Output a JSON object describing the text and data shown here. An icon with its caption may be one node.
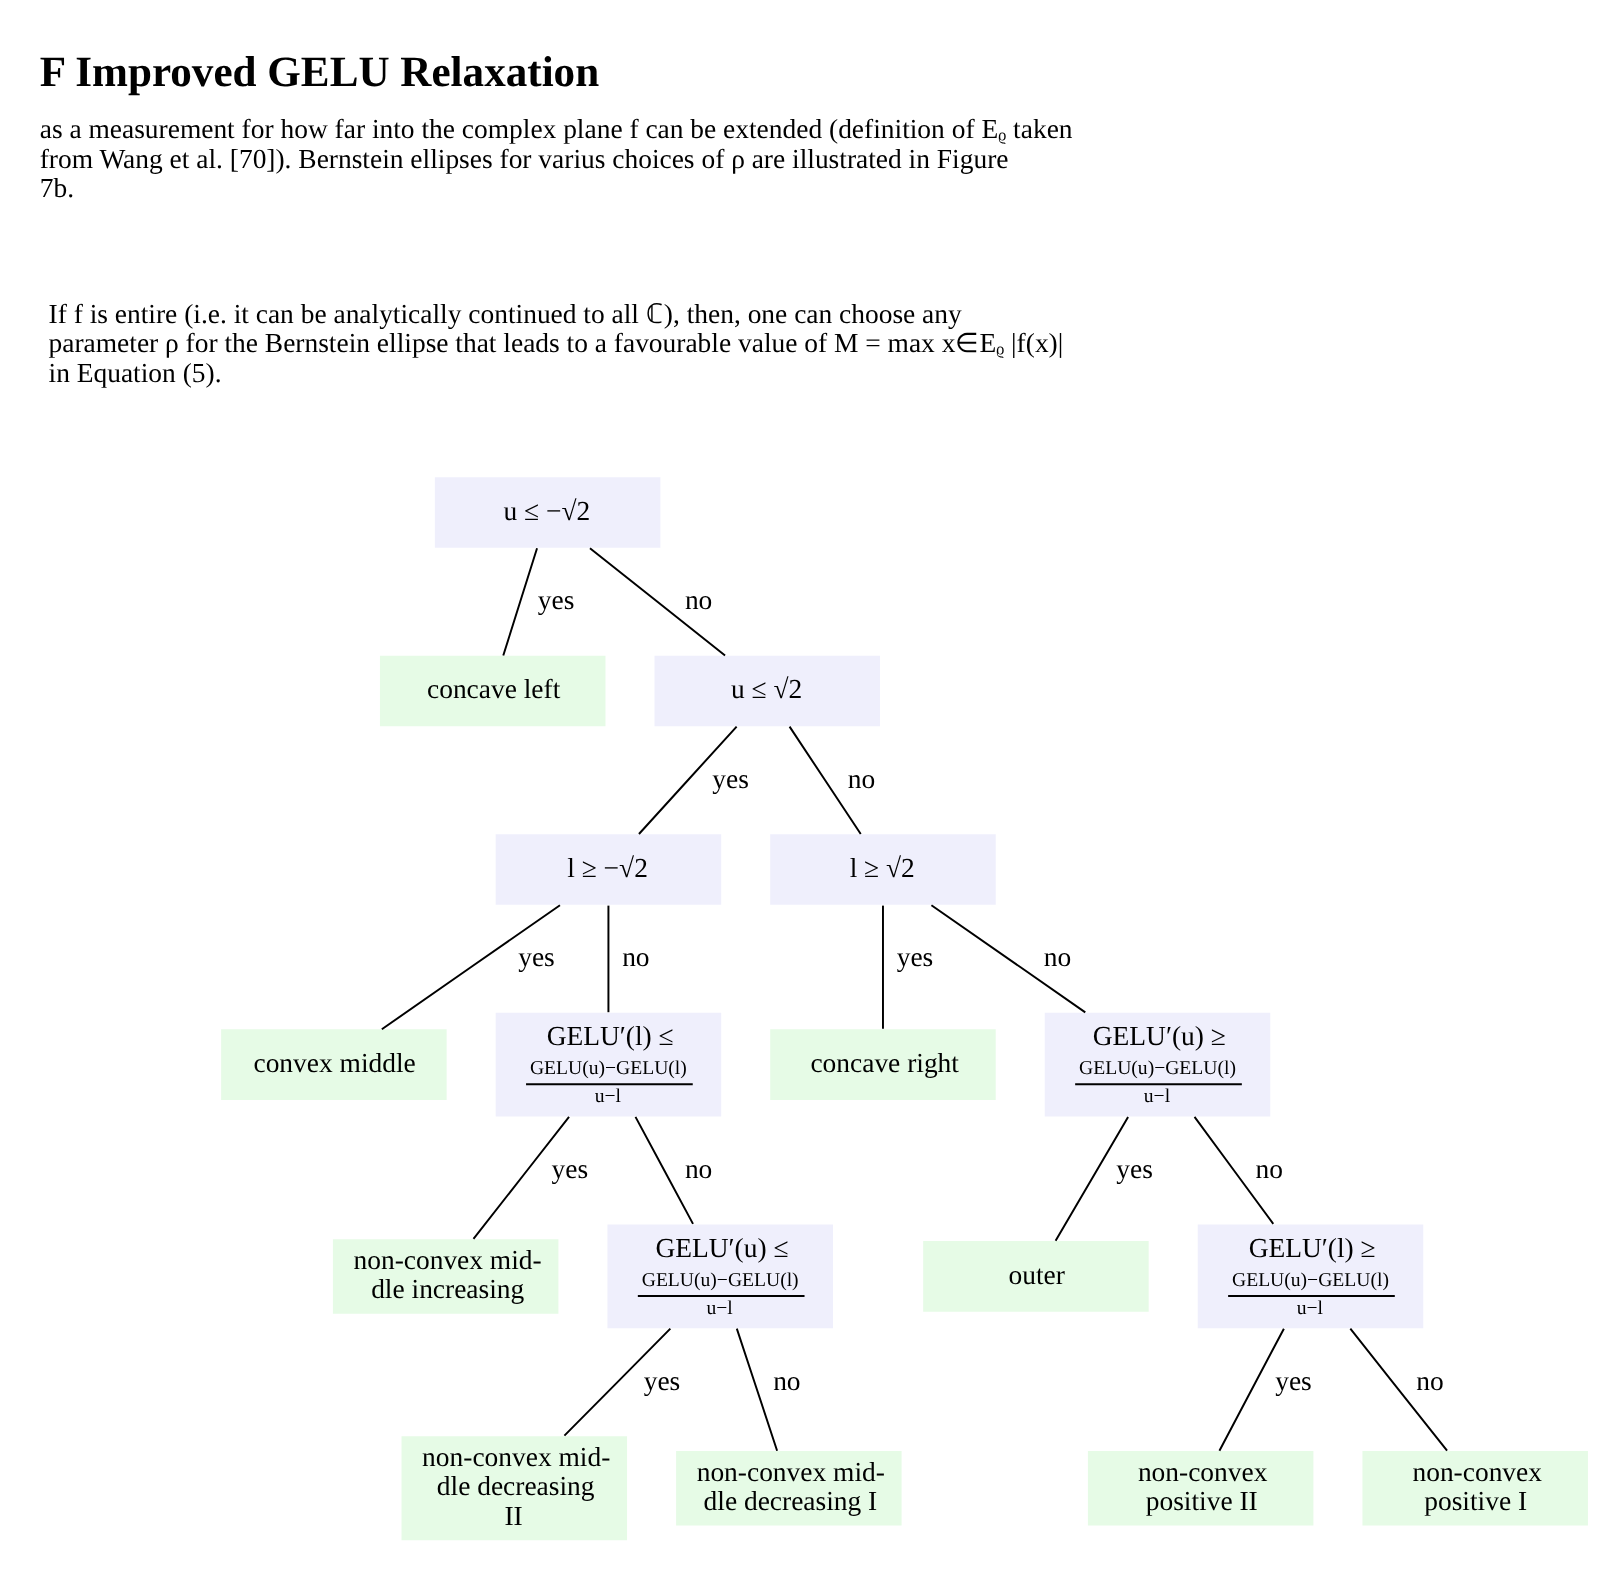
{
  "diagram": {
    "title": "F Improved GELU Relaxation",
    "nodes": [
      {
        "text": [
          "u ≤ −√2"
        ]
      },
      {
        "text": [
          "concave left"
        ]
      },
      {
        "text": [
          "u ≤ √2"
        ]
      },
      {
        "text": [
          "l ≥ −√2"
        ]
      },
      {
        "text": [
          "l ≥ √2"
        ]
      },
      {
        "text": [
          "convex middle"
        ]
      },
      {
        "text": [
          "GELU′(l) ≤",
          "GELU(u)−GELU(l)",
          "u−l"
        ]
      },
      {
        "text": [
          "concave right"
        ]
      },
      {
        "text": [
          "GELU′(u) ≥",
          "GELU(u)−GELU(l)",
          "u−l"
        ]
      },
      {
        "text": [
          "non-convex mid-dle increasing"
        ]
      },
      {
        "text": [
          "GELU′(u) ≤",
          "GELU(u)−GELU(l)",
          "u−l"
        ]
      },
      {
        "text": [
          "outer"
        ]
      },
      {
        "text": [
          "GELU′(l) ≥",
          "GELU(u)−GELU(l)",
          "u−l"
        ]
      },
      {
        "text": [
          "non-convex mid-dle decreasing II"
        ]
      },
      {
        "text": [
          "non-convex mid-dle decreasing I"
        ]
      },
      {
        "text": [
          "non-convex positive II"
        ]
      },
      {
        "text": [
          "non-convex positive I"
        ]
      }
    ],
    "edges": [
      {
        "from": 0,
        "to": 1,
        "arrow": "none",
        "label": "yes"
      },
      {
        "from": 0,
        "to": 2,
        "arrow": "none",
        "label": "no"
      },
      {
        "from": 2,
        "to": 3,
        "arrow": "none",
        "label": "yes"
      },
      {
        "from": 2,
        "to": 4,
        "arrow": "none",
        "label": "no"
      },
      {
        "from": 3,
        "to": 5,
        "arrow": "none",
        "label": "yes"
      },
      {
        "from": 3,
        "to": 6,
        "arrow": "none",
        "label": "no"
      },
      {
        "from": 4,
        "to": 7,
        "arrow": "none",
        "label": "yes"
      },
      {
        "from": 4,
        "to": 8,
        "arrow": "none",
        "label": "no"
      },
      {
        "from": 6,
        "to": 9,
        "arrow": "none",
        "label": "yes"
      },
      {
        "from": 6,
        "to": 10,
        "arrow": "none",
        "label": "no"
      },
      {
        "from": 8,
        "to": 11,
        "arrow": "none",
        "label": "yes"
      },
      {
        "from": 8,
        "to": 12,
        "arrow": "none",
        "label": "no"
      },
      {
        "from": 10,
        "to": 13,
        "arrow": "none",
        "label": "yes"
      },
      {
        "from": 10,
        "to": 14,
        "arrow": "none",
        "label": "no"
      },
      {
        "from": 12,
        "to": 15,
        "arrow": "none",
        "label": "yes"
      },
      {
        "from": 12,
        "to": 16,
        "arrow": "none",
        "label": "no"
      }
    ],
    "labels": [
      "as a measurement for how far into the complex plane f can be extended (definition of Eᵨ taken from Wang et al. [70]). Bernstein ellipses for varius choices of ρ are illustrated in Figure 7b.",
      "If f is entire (i.e. it can be analytically continued to all ℂ), then, one can choose any parameter ρ for the Bernstein ellipse that leads to a favourable value of M = max x∈Eᵨ |f(x)| in Equation (5)."
    ]
  }
}
